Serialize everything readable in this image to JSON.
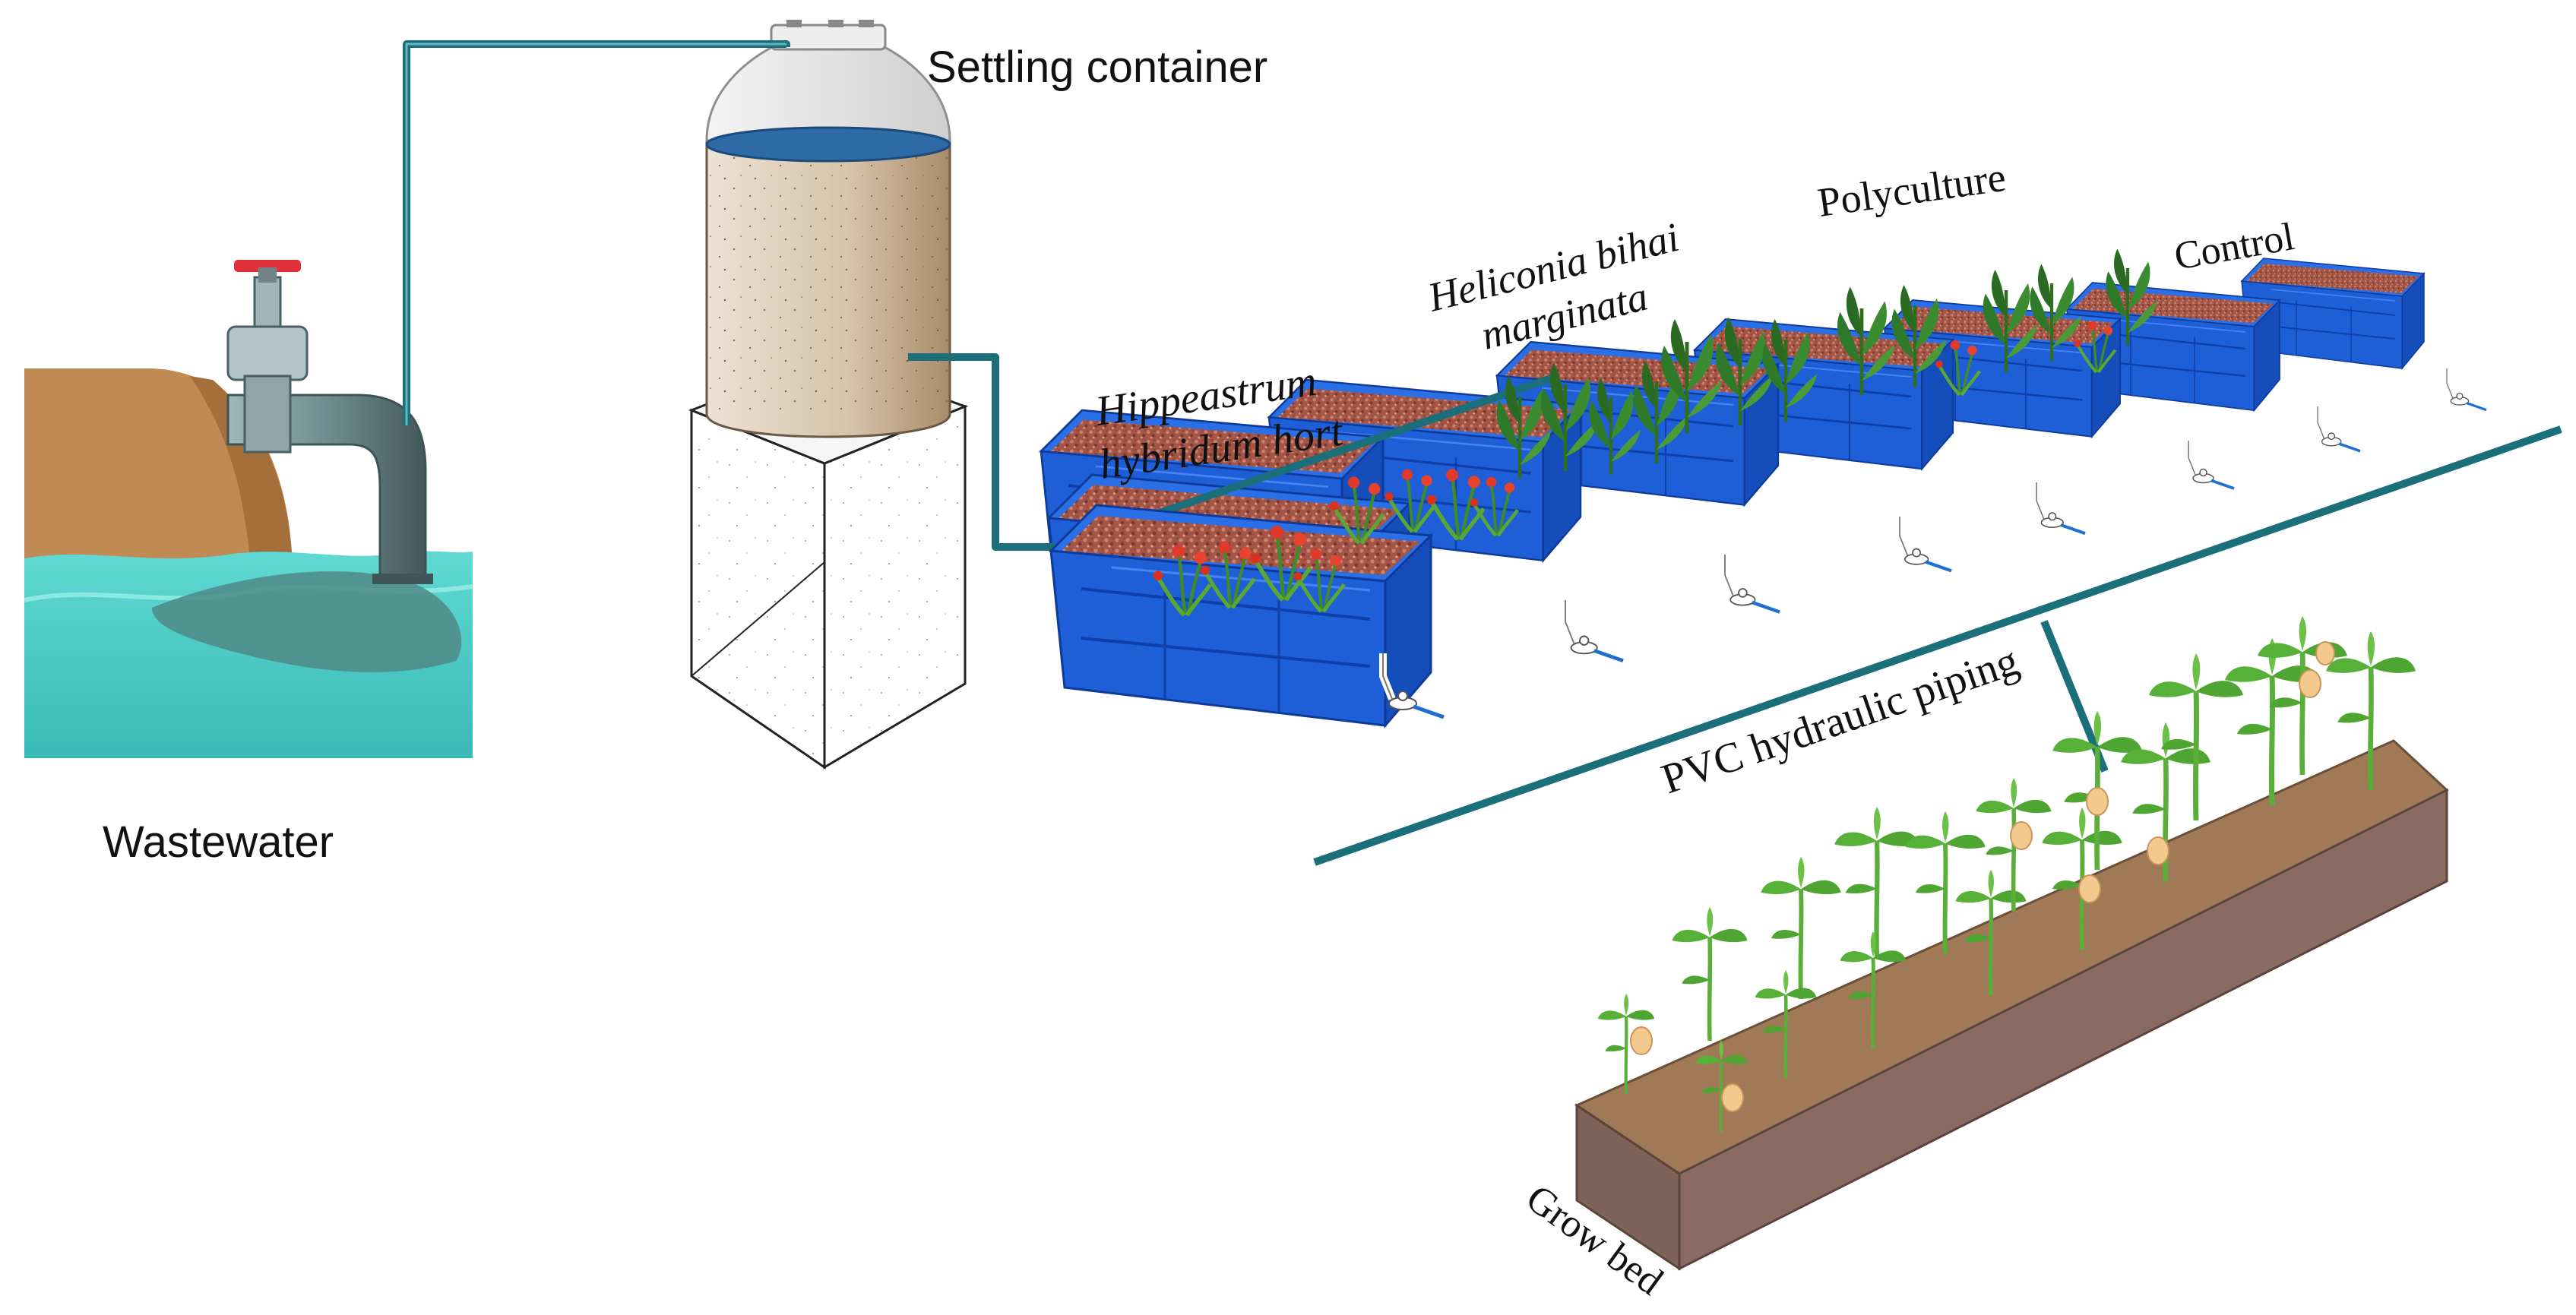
{
  "labels": {
    "wastewater": "Wastewater",
    "settling_container": "Settling container",
    "hippeastrum_line1": "Hippeastrum",
    "hippeastrum_line2": "hybridum hort",
    "heliconia_line1": "Heliconia bihai",
    "heliconia_line2": "marginata",
    "polyculture": "Polyculture",
    "control": "Control",
    "pvc_piping": "PVC hydraulic piping",
    "grow_bed": "Grow bed"
  },
  "colors": {
    "pipe": "#1a6f7a",
    "tank_blue": "#1e5fd8",
    "tank_blue_dark": "#123f9e",
    "gravel": "#a8574b",
    "soil_top": "#a07a57",
    "soil_side": "#7e6358",
    "plant_green": "#4c9b2a",
    "water": "#4fcfc9",
    "mound": "#c08a55",
    "settling_body": "#d9c7b0",
    "settling_water": "#2e6aa6",
    "flower_red": "#e23a2a"
  },
  "icons": {
    "valve": "gate-valve-icon",
    "faucet": "faucet-icon"
  }
}
